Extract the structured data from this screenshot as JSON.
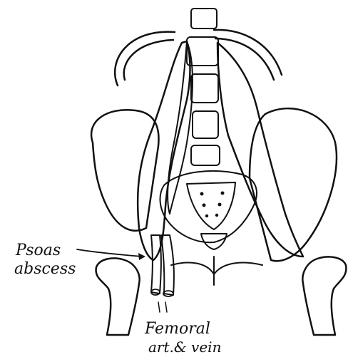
{
  "labels": {
    "psoas_line1": "Psoas",
    "psoas_line2": "abscess",
    "femoral_line1": "Femoral",
    "femoral_line2": "art.& vein"
  },
  "colors": {
    "ink": "#111111",
    "paper": "#ffffff"
  }
}
